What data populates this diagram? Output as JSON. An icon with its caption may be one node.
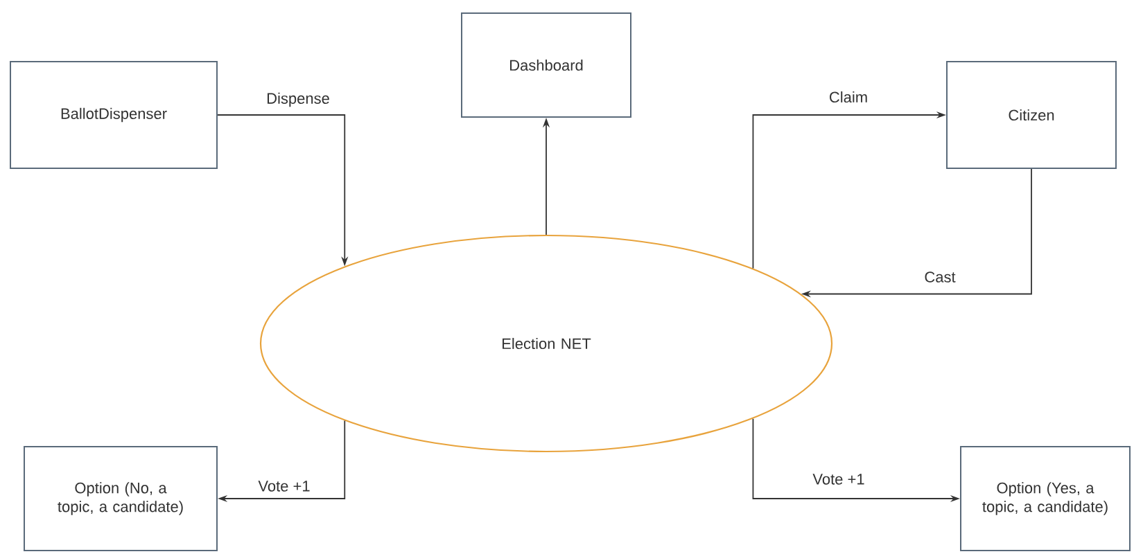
{
  "diagram": {
    "nodes": [
      {
        "text": [
          "BallotDispenser"
        ]
      },
      {
        "text": [
          "Dashboard"
        ]
      },
      {
        "text": [
          "Citizen"
        ]
      },
      {
        "text": [
          "Election NET"
        ]
      },
      {
        "text": [
          "Option (No, a topic, a candidate)"
        ]
      },
      {
        "text": [
          "Option (Yes, a topic, a candidate)"
        ]
      }
    ],
    "edges": [
      {
        "from": 0,
        "to": 3,
        "arrow": "to",
        "label": "Dispense"
      },
      {
        "from": 3,
        "to": 1,
        "arrow": "to"
      },
      {
        "from": 3,
        "to": 2,
        "arrow": "to",
        "label": "Claim"
      },
      {
        "from": 2,
        "to": 3,
        "arrow": "to",
        "label": "Cast"
      },
      {
        "from": 3,
        "to": 4,
        "arrow": "to",
        "label": "Vote +1"
      },
      {
        "from": 3,
        "to": 5,
        "arrow": "to",
        "label": "Vote +1"
      }
    ]
  }
}
